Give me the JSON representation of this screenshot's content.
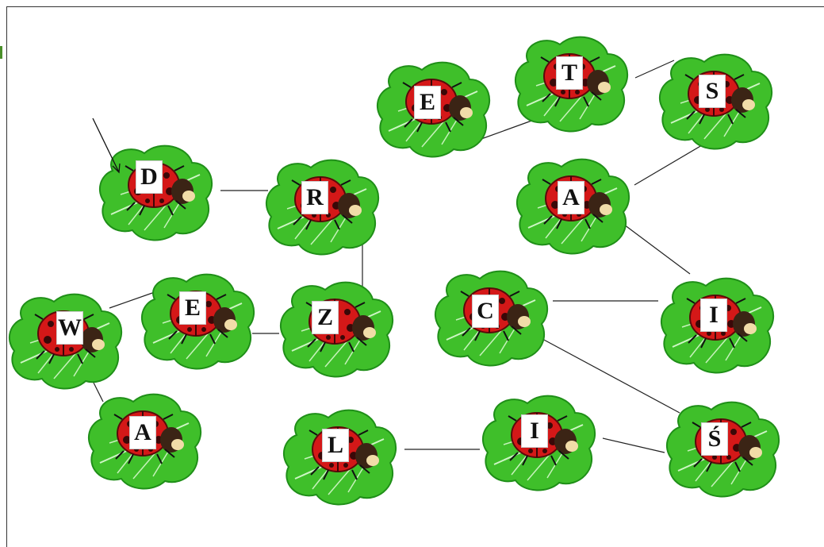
{
  "puzzle": {
    "start_letter": "D",
    "colors": {
      "leaf": "#3fbf2a",
      "leaf_dark": "#1f8f18",
      "ladybug": "#d41818",
      "spots": "#3a0808",
      "line": "#222222"
    },
    "ladybugs": [
      {
        "id": "d",
        "letter": "D"
      },
      {
        "id": "r",
        "letter": "R"
      },
      {
        "id": "e1",
        "letter": "E"
      },
      {
        "id": "t",
        "letter": "T"
      },
      {
        "id": "s",
        "letter": "S"
      },
      {
        "id": "a1",
        "letter": "A"
      },
      {
        "id": "w",
        "letter": "W"
      },
      {
        "id": "e2",
        "letter": "E"
      },
      {
        "id": "z",
        "letter": "Z"
      },
      {
        "id": "c",
        "letter": "C"
      },
      {
        "id": "i1",
        "letter": "I"
      },
      {
        "id": "a2",
        "letter": "A"
      },
      {
        "id": "l",
        "letter": "L"
      },
      {
        "id": "i2",
        "letter": "I"
      },
      {
        "id": "s2",
        "letter": "Ś"
      }
    ],
    "connections": [
      [
        "d",
        "r"
      ],
      [
        "r",
        "z"
      ],
      [
        "z",
        "e2"
      ],
      [
        "e2",
        "w"
      ],
      [
        "w",
        "a2"
      ],
      [
        "e1",
        "t"
      ],
      [
        "t",
        "s"
      ],
      [
        "s",
        "a1"
      ],
      [
        "a1",
        "i1"
      ],
      [
        "i1",
        "c"
      ],
      [
        "c",
        "s2"
      ],
      [
        "s2",
        "i2"
      ],
      [
        "i2",
        "l"
      ]
    ]
  }
}
